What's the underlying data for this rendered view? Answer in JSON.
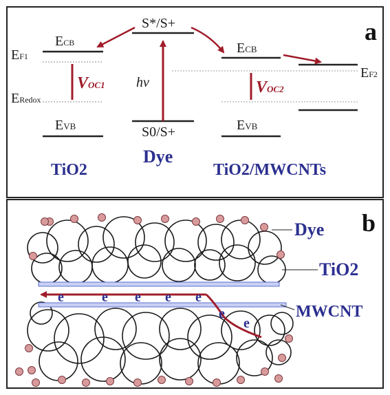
{
  "panel_a": {
    "letter": "a",
    "ecb_left": "E",
    "ecb_left_sub": "CB",
    "evb_left": "E",
    "evb_left_sub": "VB",
    "ef1": "E",
    "ef1_sub": "F1",
    "eredox": "E",
    "eredox_sub": "Redox",
    "voc1": "V",
    "voc1_sub": "OC1",
    "s_star": "S*/S+",
    "s_ground": "S0/S+",
    "hv": "hv",
    "dye": "Dye",
    "tio2": "TiO2",
    "ecb_right": "E",
    "ecb_right_sub": "CB",
    "evb_right": "E",
    "evb_right_sub": "VB",
    "voc2": "V",
    "voc2_sub": "OC2",
    "ef2": "E",
    "ef2_sub": "F2",
    "tio2_mwcnts": "TiO2/MWCNTs"
  },
  "panel_b": {
    "letter": "b",
    "dye_label": "Dye",
    "tio2_label": "TiO2",
    "mwcnt_label": "MWCNT",
    "electron": "e"
  },
  "colors": {
    "arrow_red": "#a01c2a",
    "label_blue": "#2b2f8f",
    "dye_pink": "#d99a9c",
    "cnt_blue": "#5a6fd0"
  }
}
